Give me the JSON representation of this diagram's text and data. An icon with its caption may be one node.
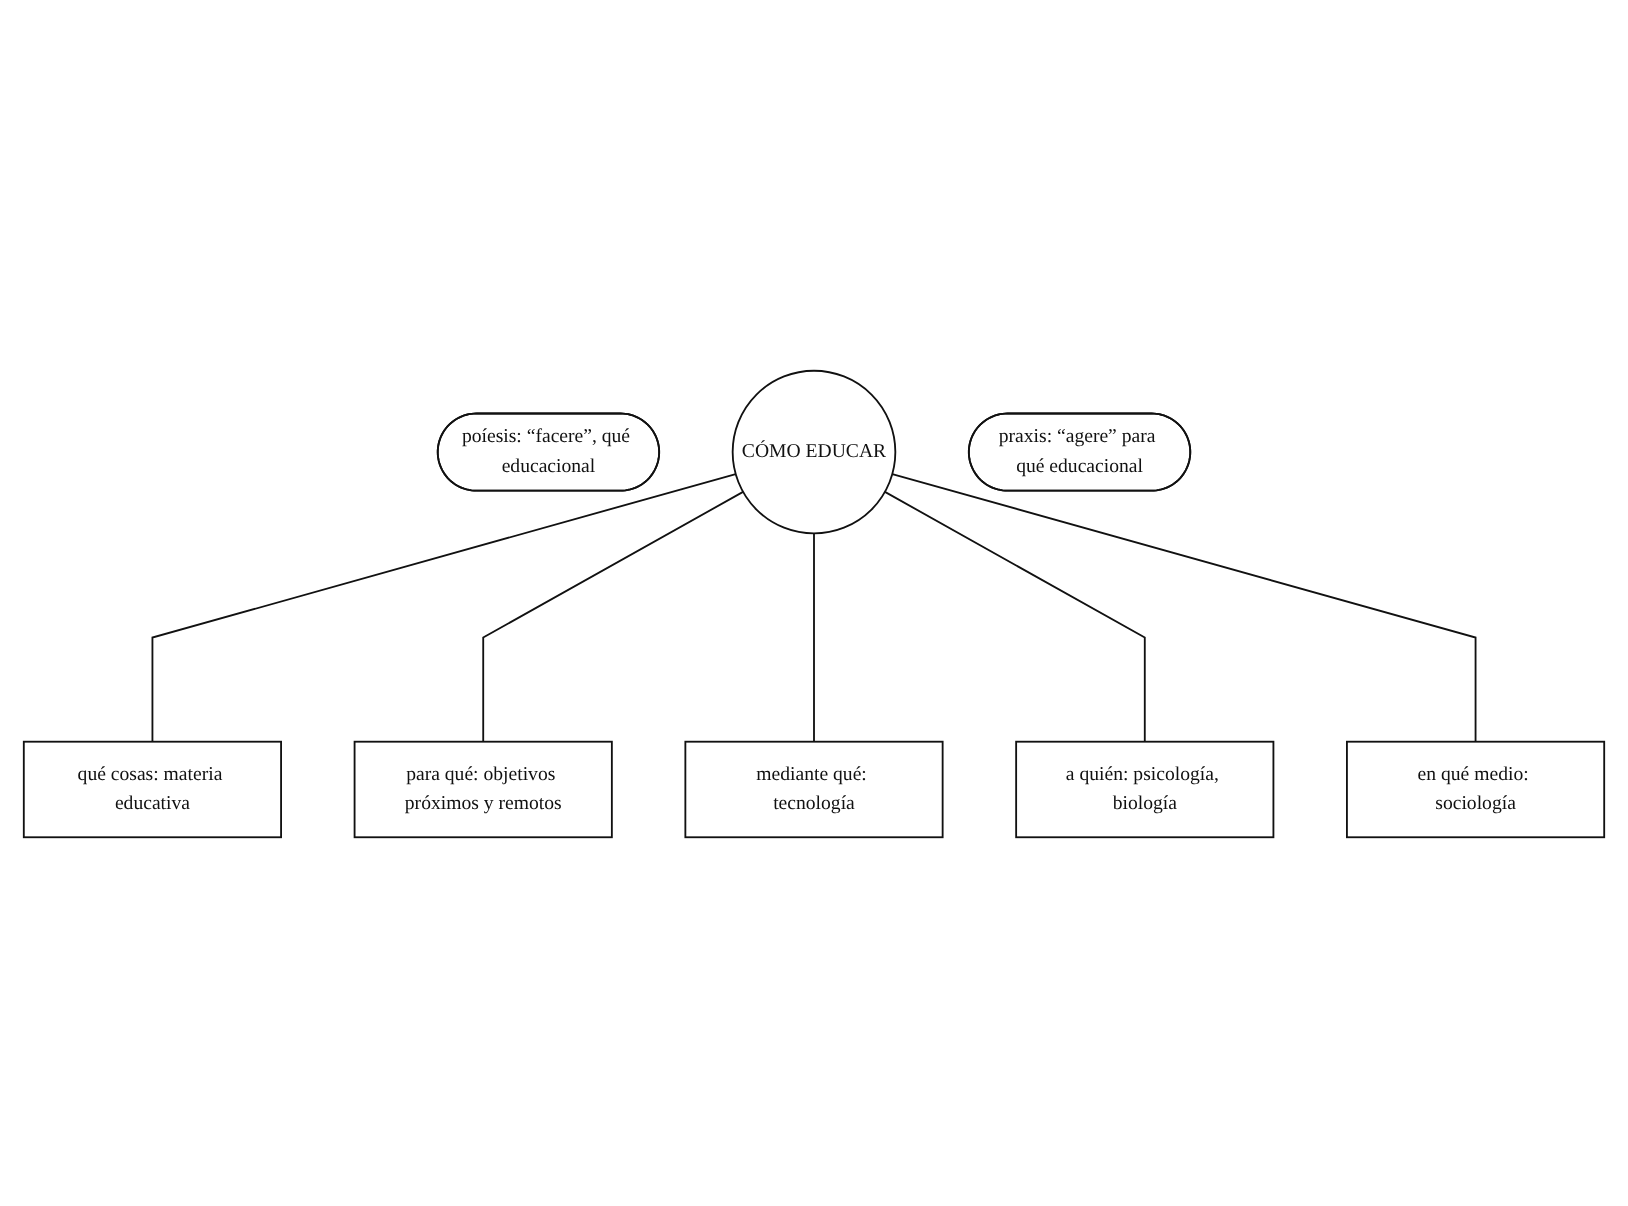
{
  "diagram": {
    "nodes": [
      {
        "text": [
          "qué cosas: materia educativa"
        ]
      },
      {
        "text": [
          "para qué: objetivos próximos y remotos"
        ]
      },
      {
        "text": [
          "poíesis: “facere”, qué educacional"
        ]
      },
      {
        "text": [
          "CÓMO EDUCAR"
        ]
      },
      {
        "text": [
          "praxis: “agere” para qué educacional"
        ]
      },
      {
        "text": [
          "mediante qué: tecnología"
        ]
      },
      {
        "text": [
          "a quién: psicología, biología"
        ]
      },
      {
        "text": [
          "en qué medio: sociología"
        ]
      }
    ],
    "edges": [
      {
        "from": 3,
        "to": 0,
        "arrow": "none"
      },
      {
        "from": 3,
        "to": 1,
        "arrow": "none"
      },
      {
        "from": 3,
        "to": 5,
        "arrow": "none"
      },
      {
        "from": 3,
        "to": 6,
        "arrow": "none"
      },
      {
        "from": 3,
        "to": 7,
        "arrow": "none"
      }
    ]
  }
}
